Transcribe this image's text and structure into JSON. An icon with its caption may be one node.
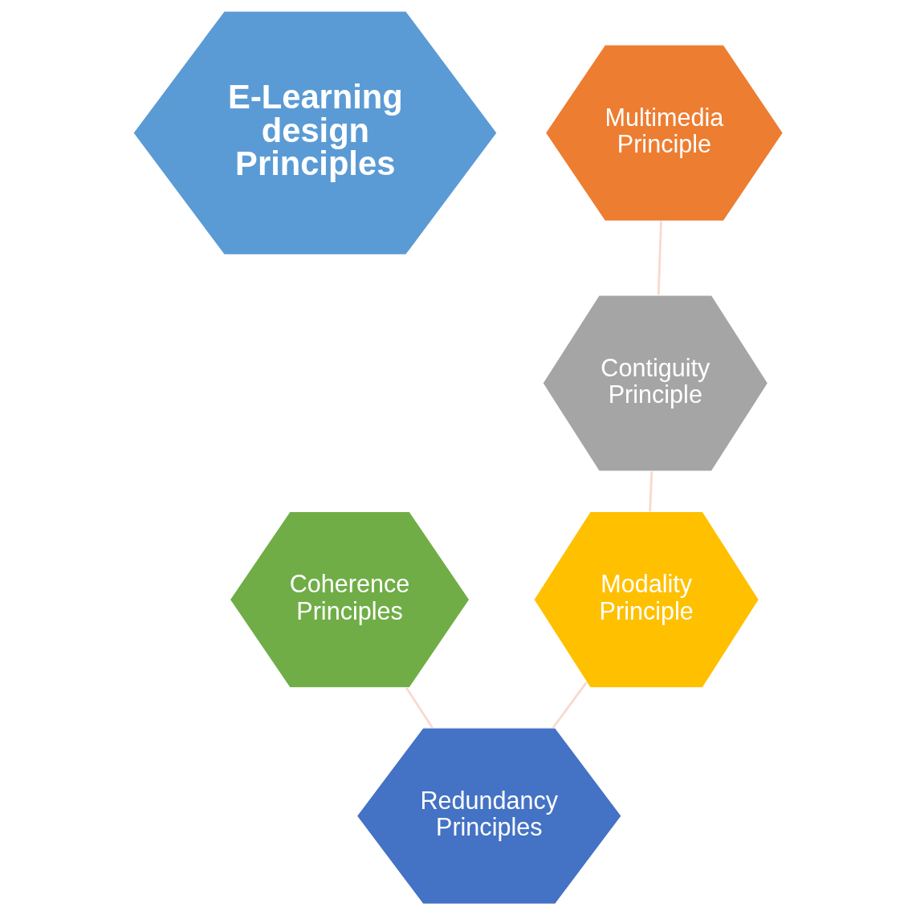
{
  "diagram": {
    "nodes": [
      {
        "text": [
          "E-Learning design Principles"
        ]
      },
      {
        "text": [
          "Multimedia Principle"
        ]
      },
      {
        "text": [
          "Contiguity Principle"
        ]
      },
      {
        "text": [
          "Modality Principle"
        ]
      },
      {
        "text": [
          "Redundancy Principles"
        ]
      },
      {
        "text": [
          "Coherence Principles"
        ]
      }
    ],
    "edges": [
      {
        "from": 1,
        "to": 2,
        "arrow": "none"
      },
      {
        "from": 2,
        "to": 3,
        "arrow": "none"
      },
      {
        "from": 3,
        "to": 4,
        "arrow": "none"
      },
      {
        "from": 4,
        "to": 5,
        "arrow": "none"
      }
    ]
  }
}
